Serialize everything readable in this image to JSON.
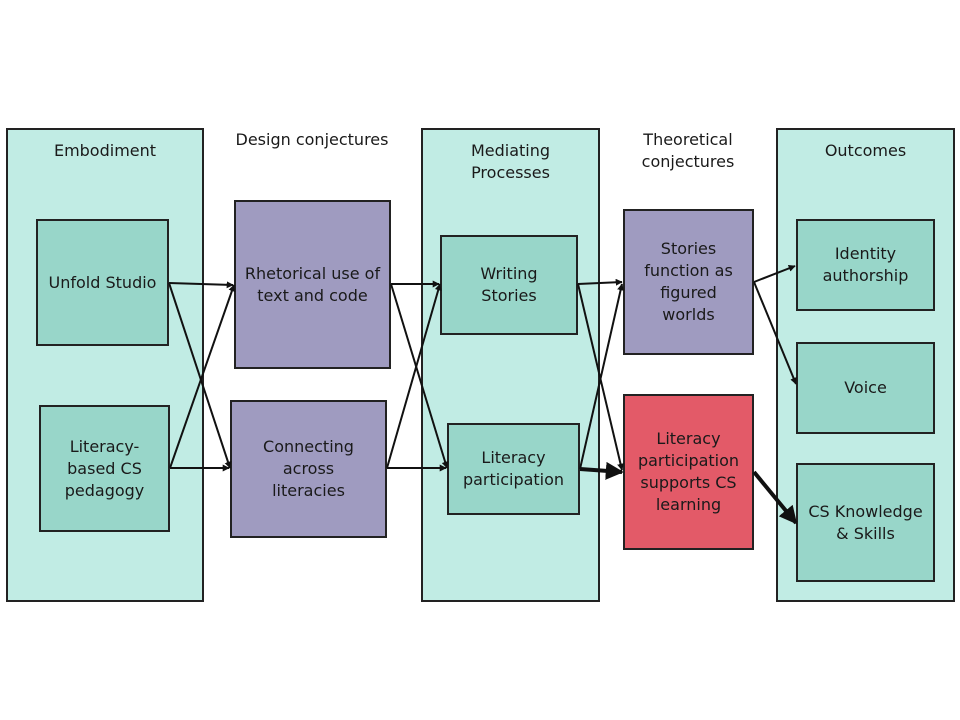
{
  "headers": {
    "embodiment": "Embodiment",
    "design": "Design conjectures",
    "mediating": "Mediating\nProcesses",
    "theoretical": "Theoretical\nconjectures",
    "outcomes": "Outcomes"
  },
  "boxes": {
    "unfold_studio": "Unfold Studio",
    "literacy_cs_pedagogy": "Literacy-\nbased CS\npedagogy",
    "rhetorical_use": "Rhetorical use of\ntext and code",
    "connecting_literacies": "Connecting\nacross\nliteracies",
    "writing_stories": "Writing\nStories",
    "literacy_participation": "Literacy\nparticipation",
    "stories_figured_worlds": "Stories\nfunction as\nfigured\nworlds",
    "literacy_supports_cs": "Literacy\nparticipation\nsupports CS\nlearning",
    "identity_authorship": "Identity\nauthorship",
    "voice": "Voice",
    "cs_knowledge": "CS Knowledge\n& Skills"
  },
  "colors": {
    "column_bg": "#c1ece4",
    "teal_box": "#98d6c9",
    "purple_box": "#9f9bc0",
    "red_box": "#e35a68",
    "stroke": "#111111"
  }
}
